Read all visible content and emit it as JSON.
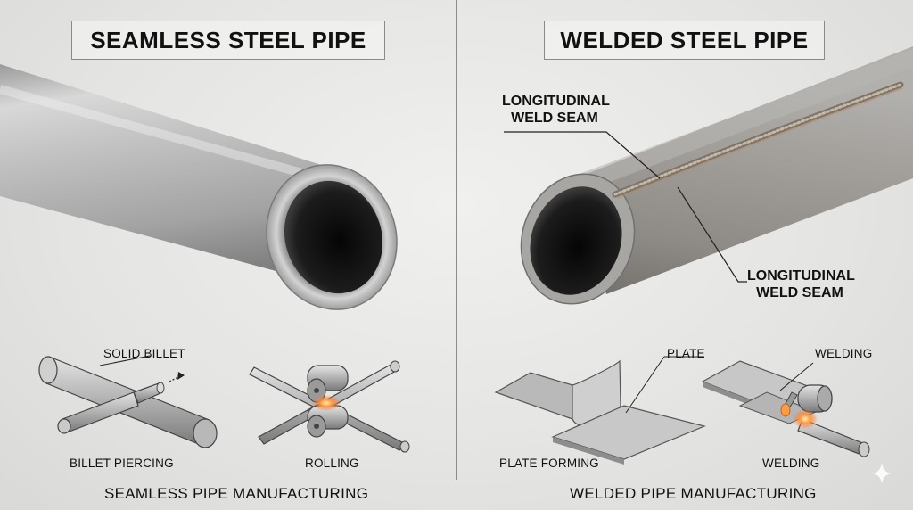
{
  "left": {
    "title": "SEAMLESS STEEL PIPE",
    "callout_billet": "SOLID BILLET",
    "step1": "BILLET PIERCING",
    "step2": "ROLLING",
    "footer": "SEAMLESS PIPE MANUFACTURING"
  },
  "right": {
    "title": "WELDED STEEL PIPE",
    "callout_seam_top_line1": "LONGITUDINAL",
    "callout_seam_top_line2": "WELD SEAM",
    "callout_seam_bottom_line1": "LONGITUDINAL",
    "callout_seam_bottom_line2": "WELD SEAM",
    "callout_plate": "PLATE",
    "callout_welding": "WELDING",
    "step1": "PLATE FORMING",
    "step2": "WELDING",
    "footer": "WELDED PIPE MANUFACTURING"
  },
  "colors": {
    "steel_light": "#c9c9c9",
    "steel_dark": "#8c8c8c",
    "pipe_interior": "#141414",
    "weld_glow": "#ff8c3a",
    "text": "#111111"
  },
  "icons": [
    "sparkle-icon"
  ]
}
